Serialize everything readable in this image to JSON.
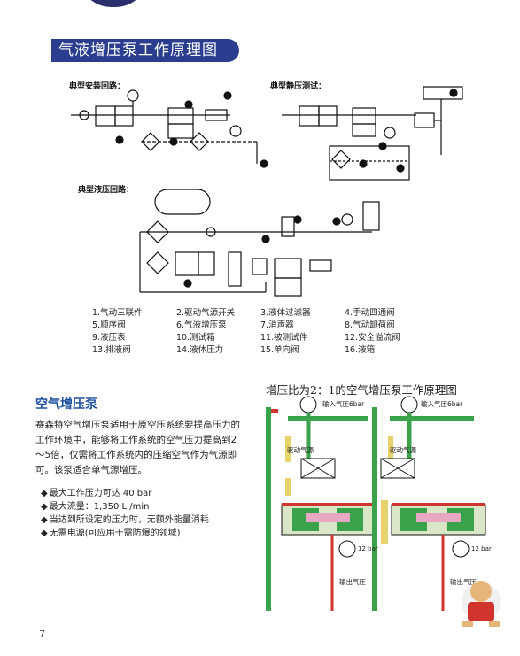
{
  "main_title": "气液增压泵工作原理图",
  "diagram_labels": {
    "install": "典型安装回路：",
    "static": "典型静压测试：",
    "hydraulic": "典型液压回路："
  },
  "legend": [
    [
      "1.气动三联件",
      "2.驱动气源开关",
      "3.液体过滤器",
      "4.手动四通阀"
    ],
    [
      "5.顺序阀",
      "6.气液增压泵",
      "7.消声器",
      "8.气动卸荷阀"
    ],
    [
      "9.液压表",
      "10.测试箱",
      "11.被测试件",
      "12.安全溢流阀"
    ],
    [
      "13.排液阀",
      "14.液体压力",
      "15.单向阀",
      "16.液箱"
    ]
  ],
  "section_title": "空气增压泵",
  "description": "赛森特空气增压泵适用于原空压系统要提高压力的工作环境中，能够将工作系统的空气压力提高到2～5倍，仅需将工作系统内的压缩空气作为气源即可。该泵适合单气源增压。",
  "features": [
    "最大工作压力可达 40 bar",
    "最大流量：1,350 L /min",
    "当达到所设定的压力时，无额外能量消耗",
    "无需电源(可应用于需防爆的领域)"
  ],
  "ratio_title": "增压比为2：1的空气增压泵工作原理图",
  "ratio_diagram": {
    "input_pressure": "输入气压6bar",
    "drive_air": "驱动气源",
    "output_pressure": "输出气压",
    "gauge_value": "12 bar"
  },
  "page_number": "7",
  "colors": {
    "title_band": "#2a3d8f",
    "section_title": "#1e4fa0",
    "green_line": "#3aa24a",
    "red_line": "#d0342c"
  }
}
